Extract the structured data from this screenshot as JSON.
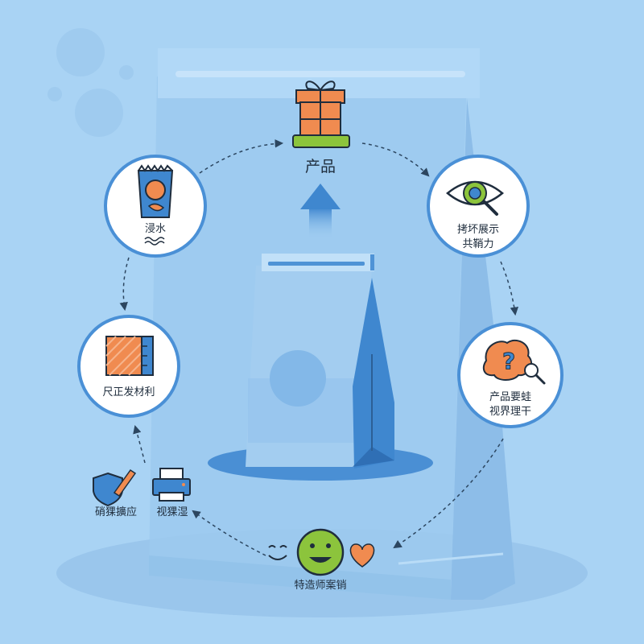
{
  "colors": {
    "background": "#a9d3f4",
    "node_fill": "#ffffff",
    "node_ring": "#4a90d6",
    "arrow": "#2c4660",
    "accent_orange": "#f08b50",
    "accent_green": "#8cc43c",
    "accent_blue": "#3f87cf"
  },
  "nodes": {
    "product": {
      "label": "产品",
      "icon": "gift-box-icon"
    },
    "top_right": {
      "label_line1": "拷坏展示",
      "label_line2": "共鞘力",
      "icon": "eye-magnifier-icon"
    },
    "right": {
      "label_line1": "产品要蛙",
      "label_line2": "视界理干",
      "icon": "brain-question-icon"
    },
    "bottom": {
      "label": "特造师案销",
      "icon": "smile-face-icon"
    },
    "left_bottom_a": {
      "label": "硝猓擴应",
      "icon": "shield-ruler-icon"
    },
    "left_bottom_b": {
      "label": "视猓湿",
      "icon": "printer-icon"
    },
    "left": {
      "label": "尺正发材利",
      "icon": "material-swatch-icon"
    },
    "top_left": {
      "label": "浸水",
      "icon": "snack-bag-icon"
    }
  }
}
